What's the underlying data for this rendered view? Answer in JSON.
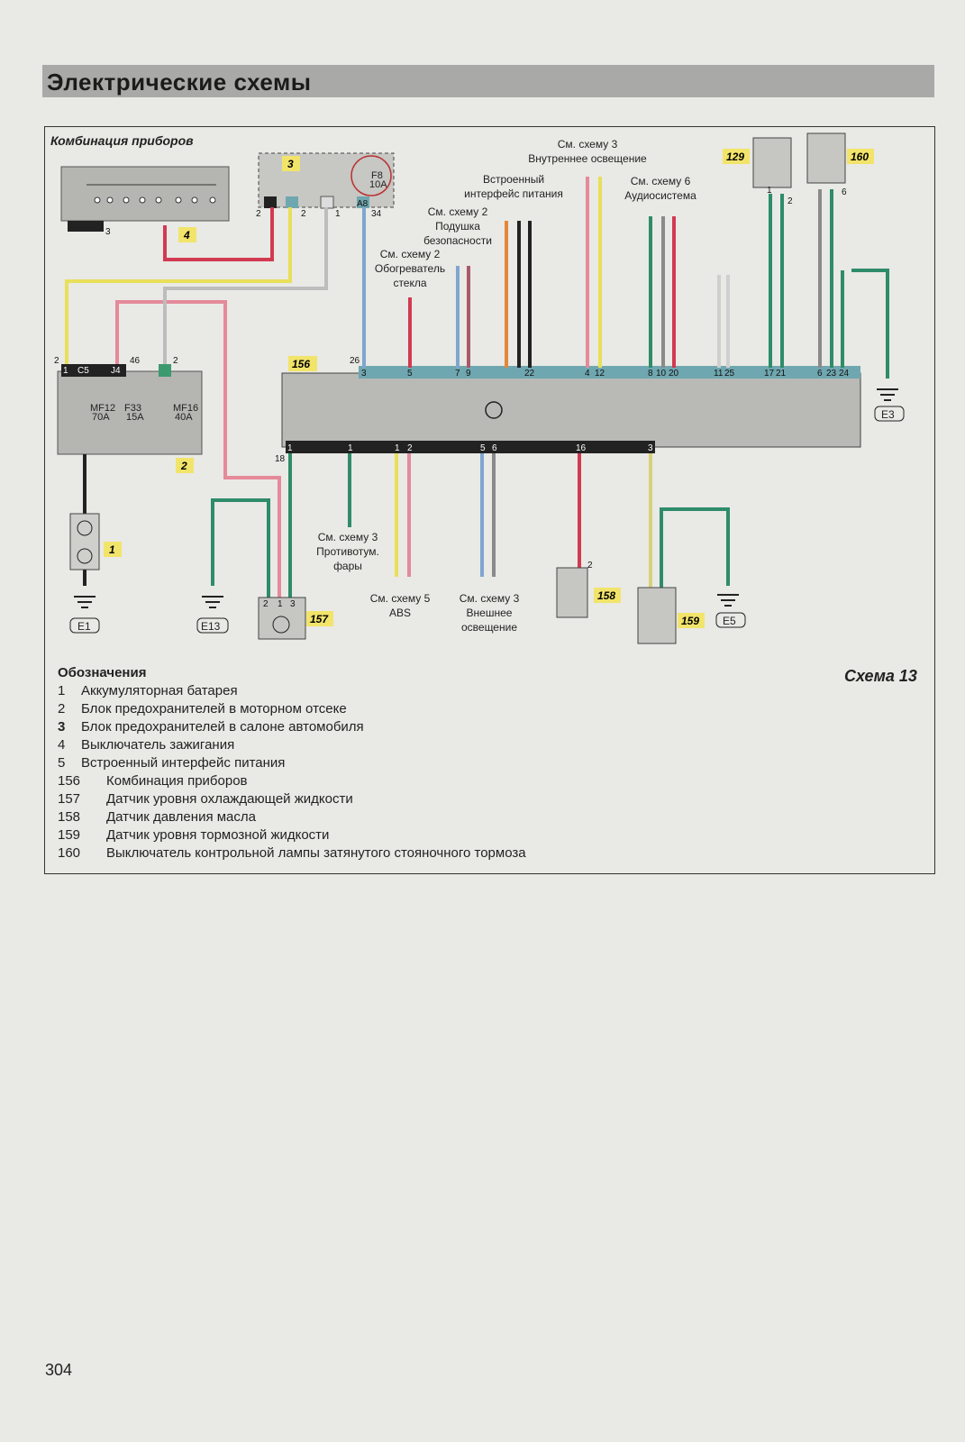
{
  "header": {
    "title": "Электрические схемы"
  },
  "diagram": {
    "title": "Комбинация приборов",
    "scheme_label": "Схема 13",
    "refs": {
      "interior_light": [
        "См. схему 3",
        "Внутреннее освещение"
      ],
      "power_iface": [
        "Встроенный",
        "интерфейс питания"
      ],
      "audio": [
        "См. схему 6",
        "Аудиосистема"
      ],
      "airbag": [
        "См. схему 2",
        "Подушка",
        "безопасности"
      ],
      "glass_heater": [
        "См. схему 2",
        "Обогреватель",
        "стекла"
      ],
      "fog": [
        "См. схему 3",
        "Противотум.",
        "фары"
      ],
      "abs": [
        "См. схему 5",
        "ABS"
      ],
      "ext_light": [
        "См. схему 3",
        "Внешнее",
        "освещение"
      ]
    },
    "component_tags": [
      "1",
      "2",
      "3",
      "4",
      "129",
      "156",
      "157",
      "158",
      "159",
      "160"
    ],
    "grounds": [
      "E1",
      "E13",
      "E3",
      "E5"
    ],
    "fuses": {
      "f8": [
        "F8",
        "10A"
      ],
      "mf12": [
        "MF12",
        "70A"
      ],
      "f33": [
        "F33",
        "15A"
      ],
      "mf16": [
        "MF16",
        "40A"
      ]
    },
    "pin_labels": {
      "top_bar": [
        "3",
        "5",
        "7",
        "9",
        "22",
        "4",
        "12",
        "8",
        "10",
        "20",
        "11",
        "25",
        "17",
        "21",
        "6",
        "23",
        "24"
      ],
      "bottom_bar": [
        "1",
        "1",
        "1",
        "2",
        "5",
        "6",
        "16",
        "3"
      ],
      "misc": [
        "3",
        "2",
        "2",
        "1",
        "34",
        "A8",
        "26",
        "18",
        "2",
        "46",
        "2",
        "C5",
        "J4",
        "1",
        "1",
        "2",
        "6",
        "2",
        "1",
        "3",
        "2"
      ]
    }
  },
  "legend": {
    "title": "Обозначения",
    "items": [
      {
        "num": "1",
        "text": "Аккумуляторная батарея"
      },
      {
        "num": "2",
        "text": "Блок предохранителей в моторном отсеке"
      },
      {
        "num": "3",
        "text": "Блок предохранителей в салоне автомобиля"
      },
      {
        "num": "4",
        "text": "Выключатель зажигания"
      },
      {
        "num": "5",
        "text": "Встроенный интерфейс питания"
      },
      {
        "num": "156",
        "text": "Комбинация приборов"
      },
      {
        "num": "157",
        "text": "Датчик уровня охлаждающей жидкости"
      },
      {
        "num": "158",
        "text": "Датчик давления масла"
      },
      {
        "num": "159",
        "text": "Датчик уровня тормозной жидкости"
      },
      {
        "num": "160",
        "text": "Выключатель контрольной лампы затянутого стояночного тормоза"
      }
    ]
  },
  "page_number": "304",
  "colors": {
    "yellow_tag": "#f2e46a",
    "red_wire": "#d23a52",
    "yellow_wire": "#e8df5a",
    "blue_wire": "#7fa6cf",
    "green_wire": "#2f8c6a",
    "pink_wire": "#e48a9a",
    "grey_wire": "#8a8a8a",
    "connector": "#6fa7b0"
  }
}
